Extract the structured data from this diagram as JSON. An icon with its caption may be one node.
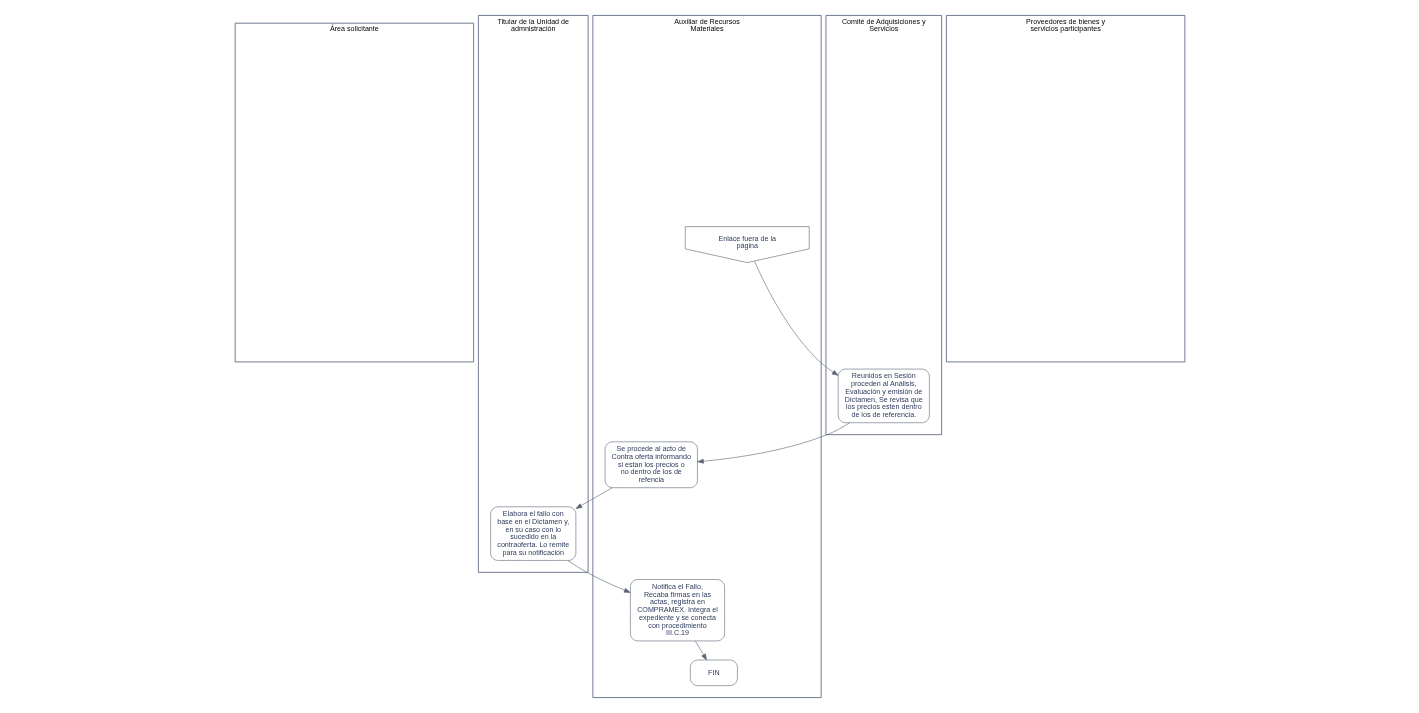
{
  "diagram": {
    "nodes": [
      {
        "text": [
          "Área solicitante"
        ]
      },
      {
        "text": [
          "Titular de la Unidad de admnistración"
        ]
      },
      {
        "text": [
          "Auxiliar de Recursos Materiales"
        ]
      },
      {
        "text": [
          "Comité de Adquisiciones y Servicios"
        ]
      },
      {
        "text": [
          "Proveedores de bienes y servicios participantes"
        ]
      },
      {
        "text": [
          "Enlace fuera de la página"
        ],
        "in": 2
      },
      {
        "text": [
          "Reunidos en Sesión proceden al Análisis, Evaluación y emisión de Dictamen, Se revisa que los precios esten dentro de los de referencia."
        ],
        "in": 3
      },
      {
        "text": [
          "Se procede al acto de Contra oferta informando si estan los precios o no dentro de los de refencia"
        ],
        "in": 2
      },
      {
        "text": [
          "Elabora el fallo con base en el Dictamen y, en su caso con lo sucedido en la contraoferta. Lo remite para su notificación"
        ],
        "in": 1
      },
      {
        "text": [
          "Notifica el Fallo, Recaba firmas en las actas, registra en COMPRAMEX. Integra el expediente y se conecta con procedimiento  III.C.19"
        ],
        "in": 2
      },
      {
        "text": [
          "FIN"
        ],
        "in": 2
      }
    ],
    "edges": [
      {
        "from": 5,
        "to": 6,
        "arrow": "to"
      },
      {
        "from": 6,
        "to": 7,
        "arrow": "to"
      },
      {
        "from": 7,
        "to": 8,
        "arrow": "to"
      },
      {
        "from": 8,
        "to": 9,
        "arrow": "to"
      },
      {
        "from": 9,
        "to": 10,
        "arrow": "to"
      }
    ]
  }
}
